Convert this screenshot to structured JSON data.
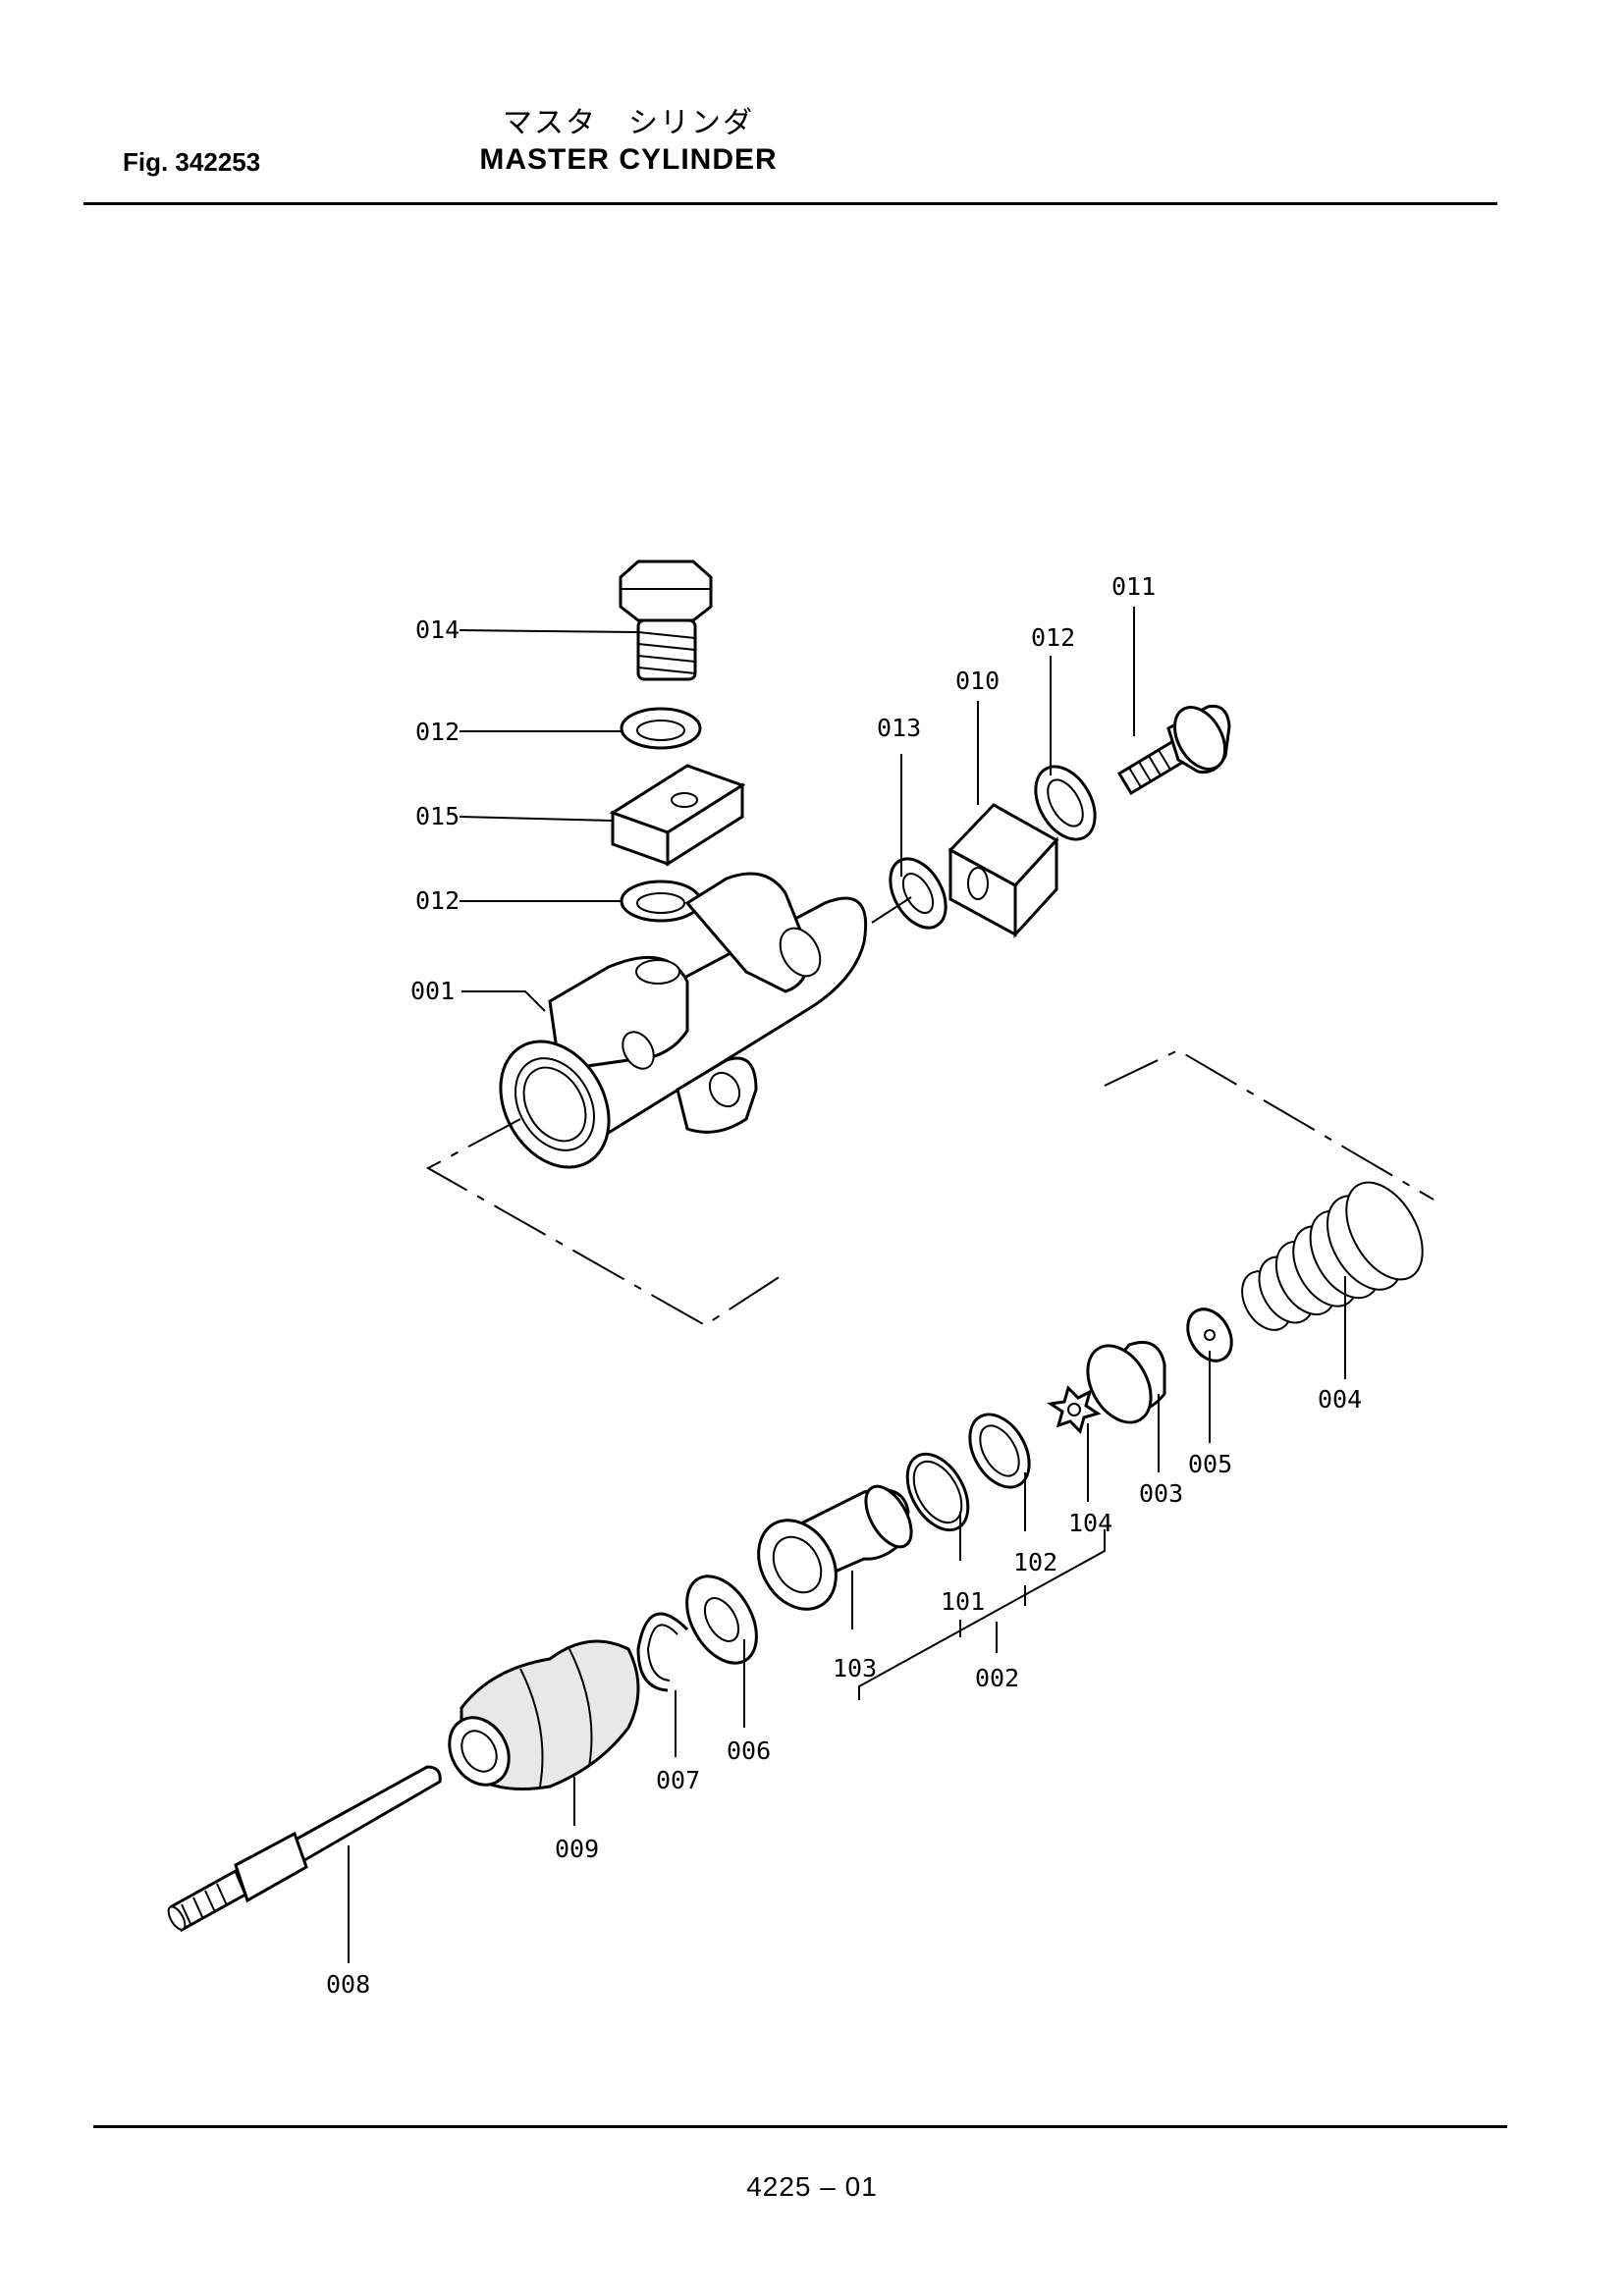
{
  "header": {
    "fig_label": "Fig. 342253",
    "title_jp": "マスタ　シリンダ",
    "title_en": "MASTER  CYLINDER"
  },
  "footer": {
    "page_code": "4225 – 01"
  },
  "callouts": [
    {
      "id": "014",
      "label": "014"
    },
    {
      "id": "012a",
      "label": "012"
    },
    {
      "id": "015",
      "label": "015"
    },
    {
      "id": "012b",
      "label": "012"
    },
    {
      "id": "001",
      "label": "001"
    },
    {
      "id": "013",
      "label": "013"
    },
    {
      "id": "010",
      "label": "010"
    },
    {
      "id": "012c",
      "label": "012"
    },
    {
      "id": "011",
      "label": "011"
    },
    {
      "id": "004",
      "label": "004"
    },
    {
      "id": "005",
      "label": "005"
    },
    {
      "id": "003",
      "label": "003"
    },
    {
      "id": "104",
      "label": "104"
    },
    {
      "id": "102",
      "label": "102"
    },
    {
      "id": "101",
      "label": "101"
    },
    {
      "id": "103",
      "label": "103"
    },
    {
      "id": "002",
      "label": "002"
    },
    {
      "id": "006",
      "label": "006"
    },
    {
      "id": "007",
      "label": "007"
    },
    {
      "id": "009",
      "label": "009"
    },
    {
      "id": "008",
      "label": "008"
    }
  ]
}
